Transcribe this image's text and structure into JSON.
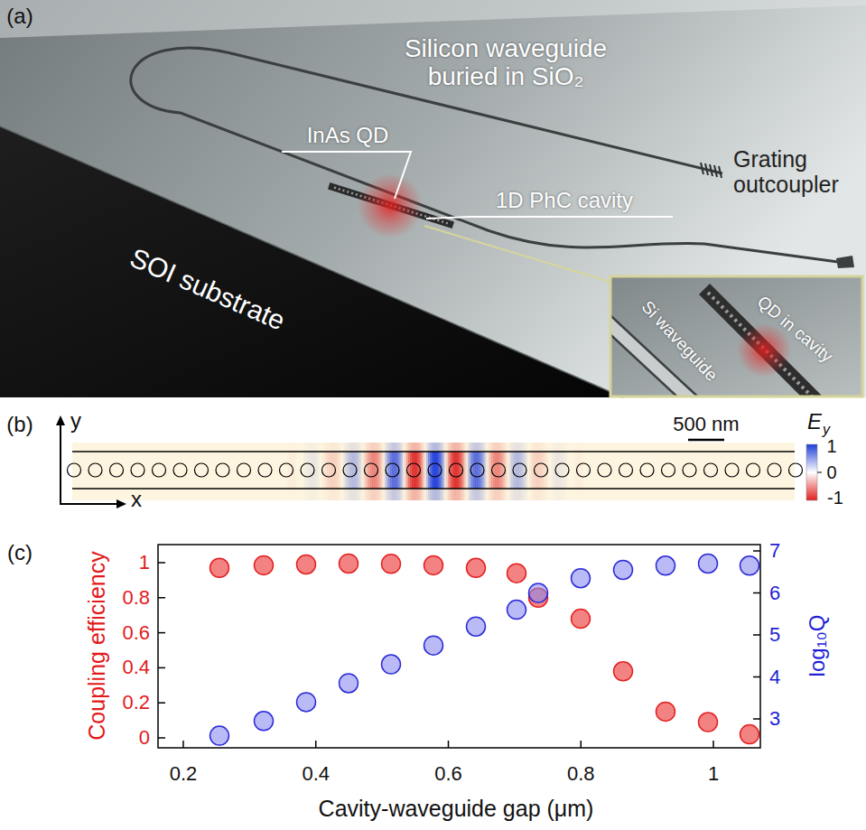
{
  "diagram": {
    "labels": [
      "(a)",
      "Silicon waveguide buried in SiO₂",
      "Grating outcoupler",
      "InAs QD",
      "1D PhC cavity",
      "SOI substrate",
      "Si waveguide",
      "QD in cavity",
      "(b)",
      "y",
      "x",
      "500 nm",
      "E",
      "y",
      "1",
      "0",
      "-1",
      "(c)",
      "Coupling efficiency",
      "log₁₀Q",
      "0",
      "0.2",
      "0.4",
      "0.6",
      "0.8",
      "1",
      "3",
      "4",
      "5",
      "6",
      "7",
      "0.2",
      "0.4",
      "0.6",
      "0.8",
      "1",
      "Cavity-waveguide gap (μm)"
    ]
  }
}
